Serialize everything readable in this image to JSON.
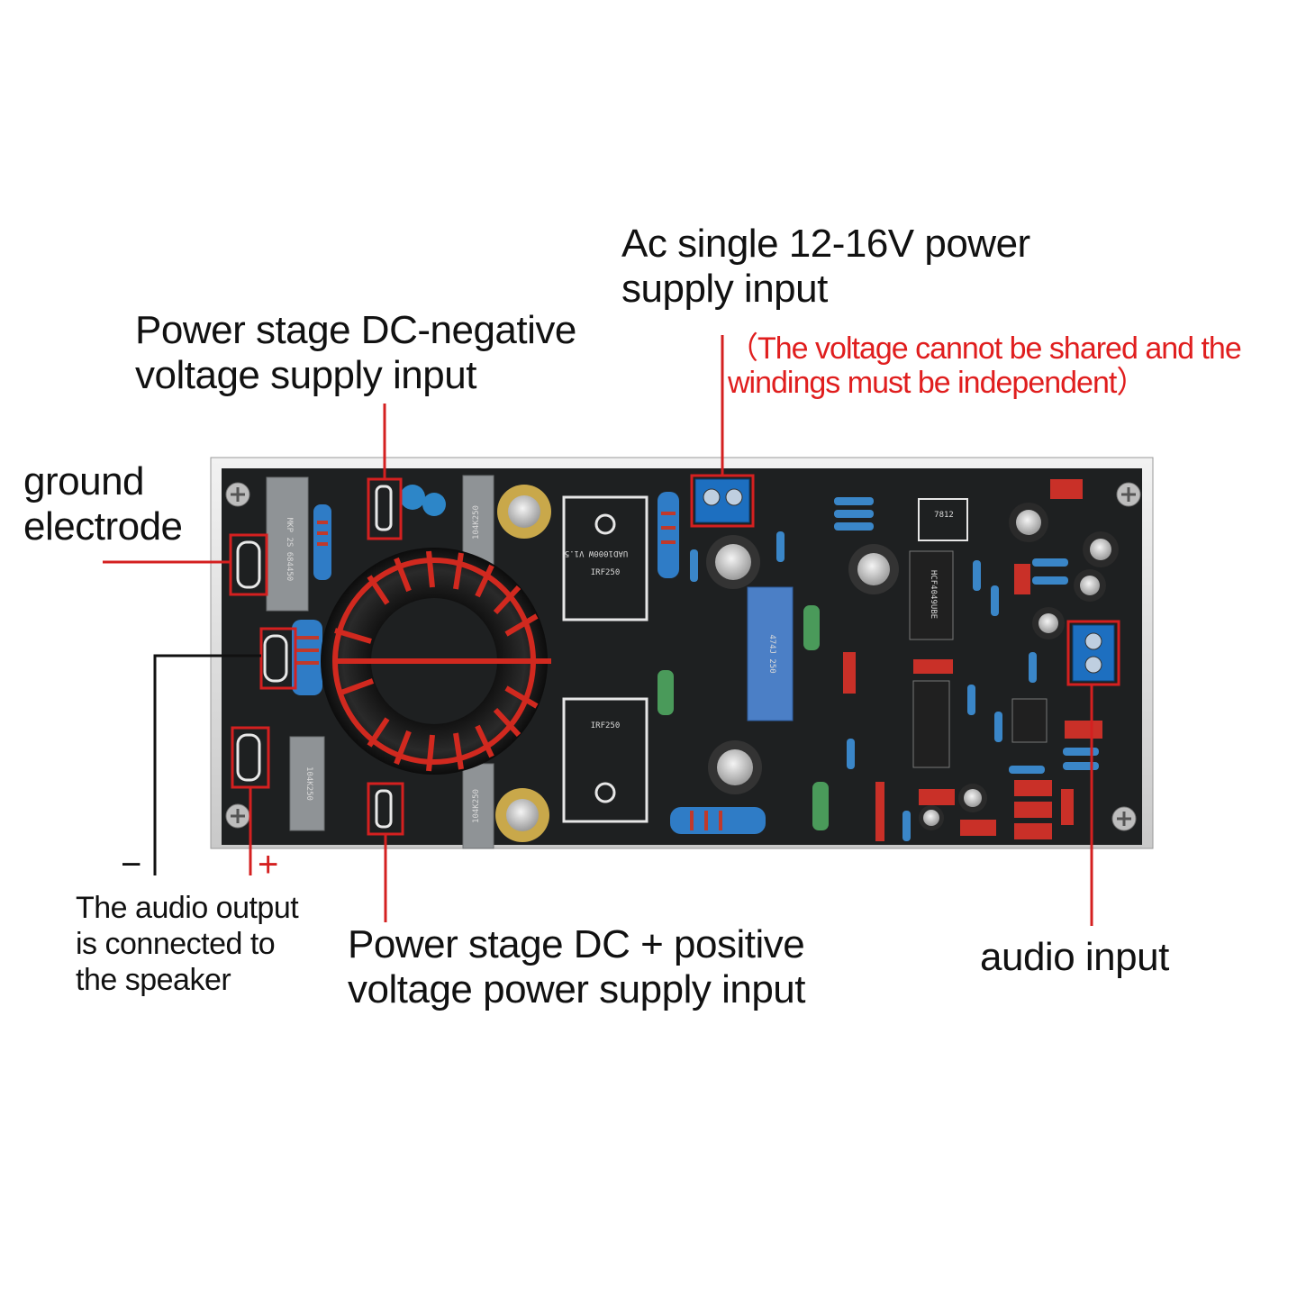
{
  "labels": {
    "ac_supply_line1": "Ac single 12-16V power",
    "ac_supply_line2": "supply input",
    "ac_note_line1": "（The voltage cannot be shared and the",
    "ac_note_line2": " windings must be independent）",
    "dc_negative_line1": "Power stage DC-negative",
    "dc_negative_line2": "voltage supply input",
    "ground_line1": "ground",
    "ground_line2": "electrode",
    "minus_sign": "−",
    "plus_sign": "+",
    "speaker_line1": "The audio output",
    "speaker_line2": "is connected to",
    "speaker_line3": "the speaker",
    "dc_positive_line1": "Power stage DC + positive",
    "dc_positive_line2": "voltage power supply input",
    "audio_input": "audio input"
  },
  "board_marks": {
    "module_name": "UAD1000W V1.5",
    "mosfet_top": "IRF250",
    "mosfet_bottom": "IRF250",
    "cap_film_top": "MKP 2S 684450",
    "cap_film_bottom": "104K250",
    "cap_film_mid_top": "104K250",
    "cap_film_mid_bottom": "104K250",
    "regulator": "7812",
    "ic_chip": "HCF4049UBE",
    "blue_cap": "474J 250"
  },
  "colors": {
    "board": "#1e2021",
    "callout_line": "#d42020",
    "note_text": "#e01e1e",
    "copper_coil": "#d1291f",
    "terminal_blue": "#1d6fc0"
  }
}
